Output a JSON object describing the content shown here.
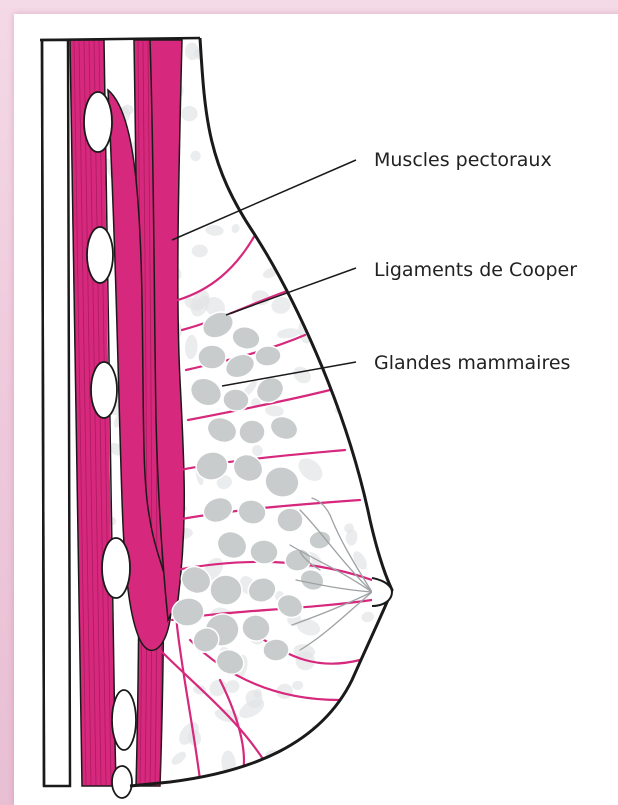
{
  "labels": {
    "muscles": "Muscles pectoraux",
    "ligaments": "Ligaments de Cooper",
    "glands": "Glandes mammaires"
  },
  "colors": {
    "muscle": "#d6287c",
    "ligament": "#d6287c",
    "gland": "#c9cccd",
    "tissue": "#e4e6e7",
    "outline": "#1a1a1a",
    "background": "#f0cfe0"
  },
  "icons": {
    "diagram": "breast-anatomy-cross-section"
  }
}
